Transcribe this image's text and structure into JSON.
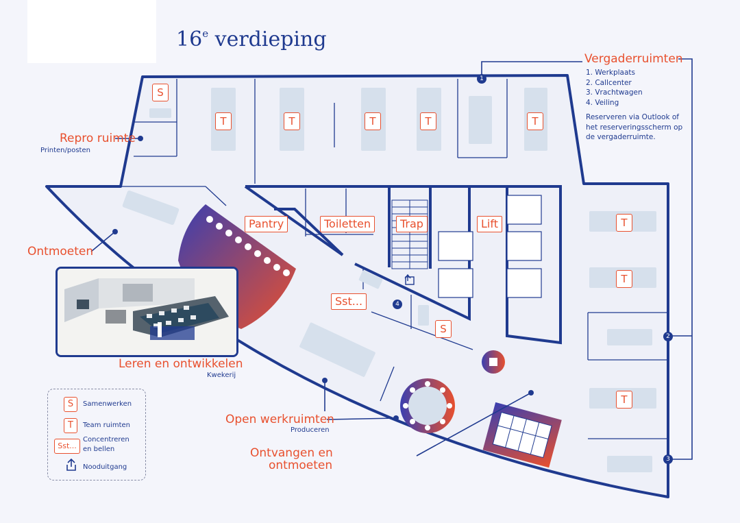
{
  "title": {
    "main": "16",
    "sup": "e",
    "rest": " verdieping"
  },
  "colors": {
    "outline": "#1f3a8f",
    "accent": "#e8502e",
    "furniture": "#d6e0ec"
  },
  "labels": {
    "repro": "Repro ruimte",
    "repro_sub": "Printen/posten",
    "ontmoeten": "Ontmoeten",
    "leren": "Leren en ontwikkelen",
    "leren_sub": "Kwekerij",
    "open": "Open werkruimten",
    "open_sub": "Produceren",
    "ontvangen1": "Ontvangen en",
    "ontvangen2": "ontmoeten"
  },
  "rooms": {
    "pantry": "Pantry",
    "toiletten": "Toiletten",
    "trap": "Trap",
    "lift": "Lift",
    "sst": "Sst..."
  },
  "badges": {
    "s": "S",
    "t": "T"
  },
  "vergaderruimten": {
    "title": "Vergaderruimten",
    "items": [
      "1. Werkplaats",
      "2. Callcenter",
      "3. Vrachtwagen",
      "4. Veiling"
    ],
    "note": [
      "Reserveren via Outlook of",
      "het reserveringsscherm op",
      "de vergaderruimte."
    ],
    "markers": [
      "1",
      "2",
      "3",
      "4"
    ]
  },
  "legend": {
    "samenwerken": {
      "key": "S",
      "label": "Samenwerken"
    },
    "team": {
      "key": "T",
      "label": "Team ruimten"
    },
    "concentreren": {
      "key": "Sst...",
      "label1": "Concentreren",
      "label2": "en bellen"
    },
    "nood": {
      "icon": "emergency-exit-icon",
      "label": "Nooduitgang"
    }
  }
}
